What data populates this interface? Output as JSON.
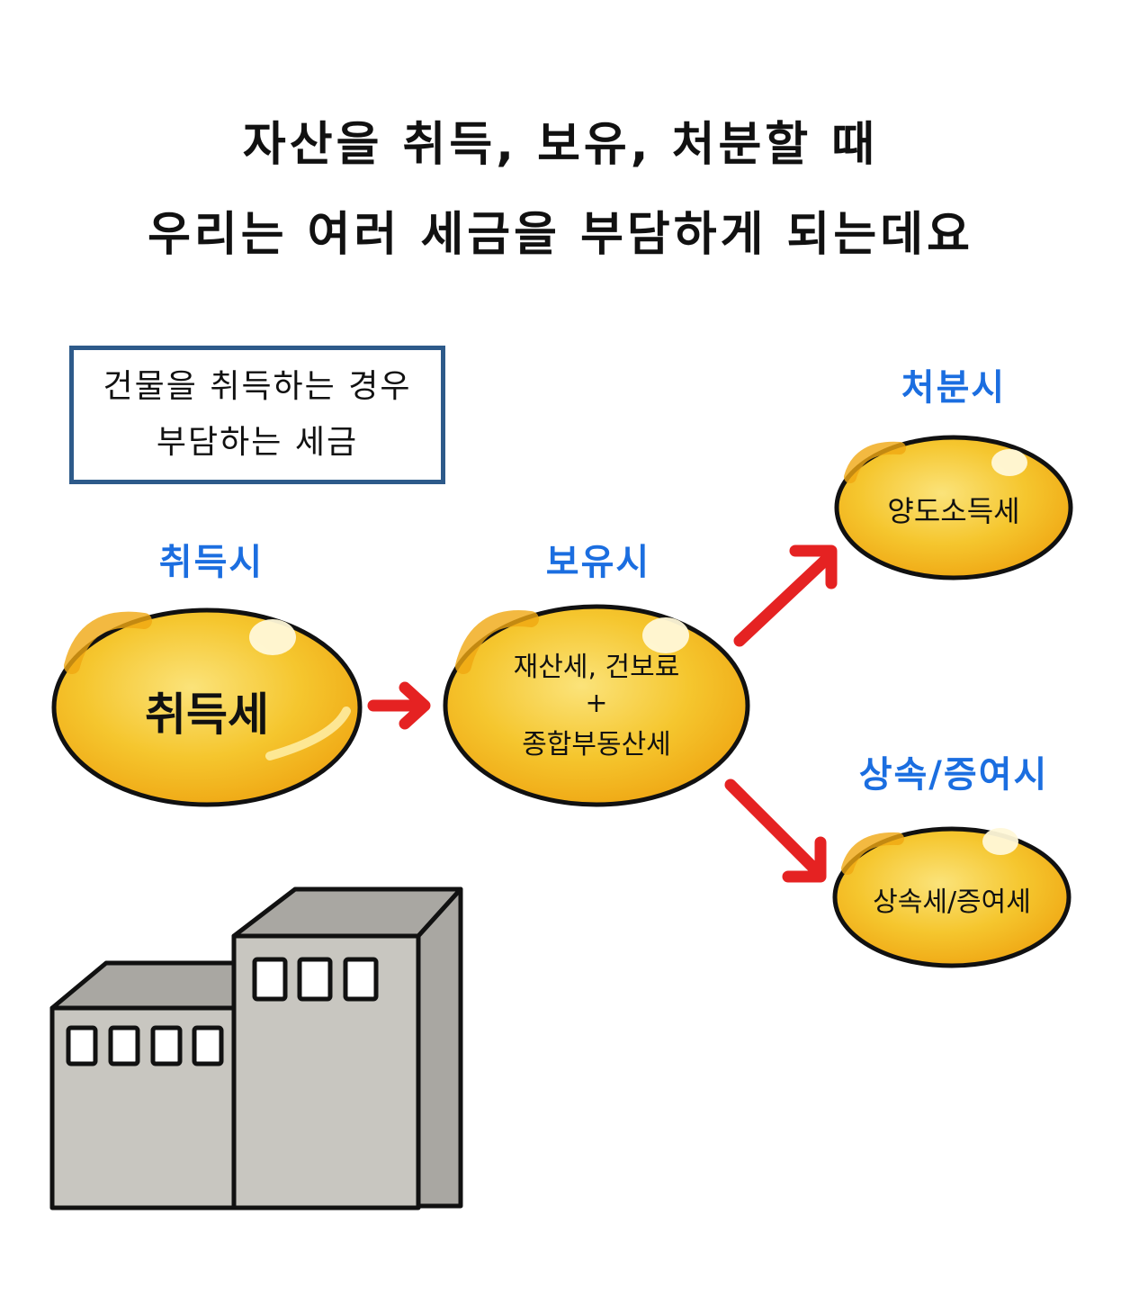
{
  "title": {
    "line1": "자산을 취득, 보유, 처분할 때",
    "line2": "우리는 여러 세금을 부담하게 되는데요"
  },
  "info_box": {
    "line1": "건물을 취득하는 경우",
    "line2": "부담하는 세금"
  },
  "stages": {
    "acquisition": {
      "label": "취득시",
      "tax": "취득세"
    },
    "holding": {
      "label": "보유시",
      "tax_line1": "재산세, 건보료",
      "tax_plus": "+",
      "tax_line2": "종합부동산세"
    },
    "disposal": {
      "label": "처분시",
      "tax": "양도소득세"
    },
    "inheritance": {
      "label": "상속/증여시",
      "tax": "상속세/증여세"
    }
  },
  "colors": {
    "coin_fill": "#f5c02c",
    "coin_shade": "#f0a712",
    "coin_outline": "#111111",
    "label_blue": "#1b6ee0",
    "arrow_red": "#e52222",
    "box_border": "#2d5a8a",
    "building_front": "#c8c6c0",
    "building_side": "#a9a7a2"
  },
  "icons": {
    "coin": "coin-icon",
    "arrow": "arrow-icon",
    "building": "building-icon"
  }
}
